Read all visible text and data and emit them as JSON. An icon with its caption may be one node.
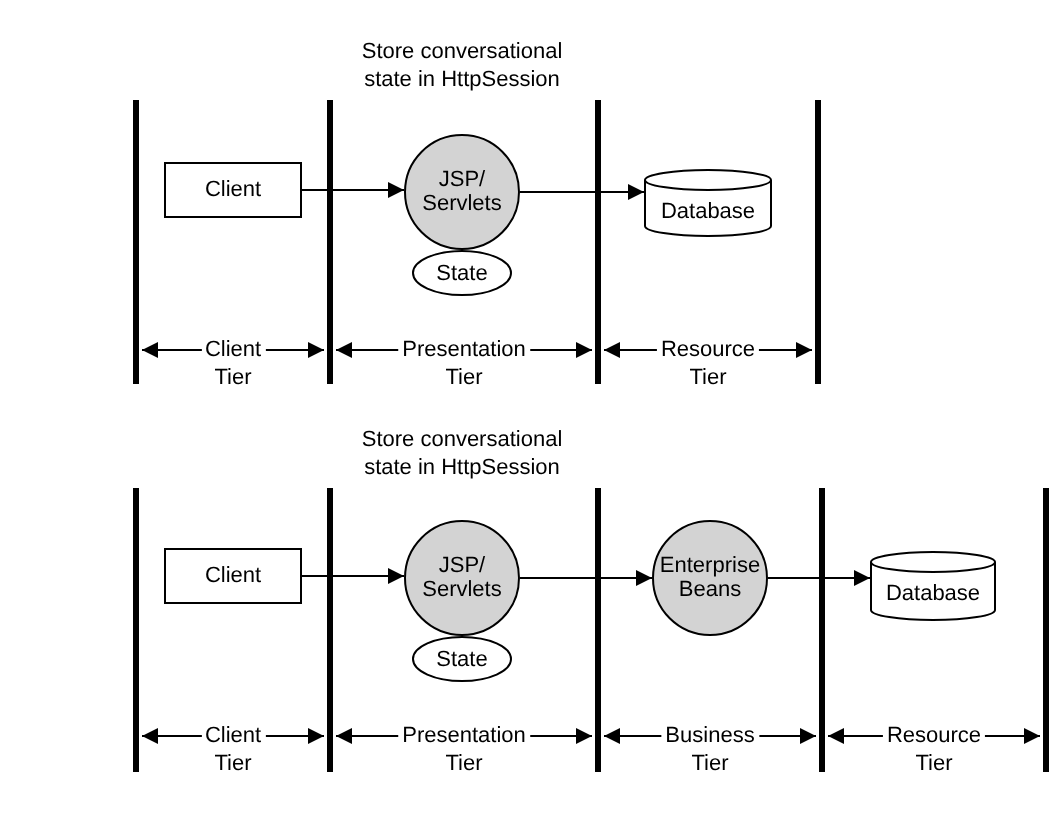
{
  "diagram": {
    "nodes": [
      {
        "text": [
          "Client"
        ]
      },
      {
        "text": [
          "JSP/ Servlets"
        ]
      },
      {
        "text": [
          "State"
        ]
      },
      {
        "text": [
          "Database"
        ]
      },
      {
        "text": [
          "Client"
        ]
      },
      {
        "text": [
          "JSP/ Servlets"
        ]
      },
      {
        "text": [
          "State"
        ]
      },
      {
        "text": [
          "Enterprise Beans"
        ]
      },
      {
        "text": [
          "Database"
        ]
      }
    ],
    "edges": [
      {
        "from": 0,
        "to": 1,
        "arrow": "to"
      },
      {
        "from": 1,
        "to": 3,
        "arrow": "to"
      },
      {
        "from": 4,
        "to": 5,
        "arrow": "to"
      },
      {
        "from": 5,
        "to": 7,
        "arrow": "to"
      },
      {
        "from": 7,
        "to": 8,
        "arrow": "to"
      }
    ],
    "labels": [
      "Store conversational state in HttpSession",
      "Client Tier",
      "Presentation Tier",
      "Resource Tier",
      "Store conversational state in HttpSession",
      "Client Tier",
      "Presentation Tier",
      "Business Tier",
      "Resource Tier"
    ]
  }
}
